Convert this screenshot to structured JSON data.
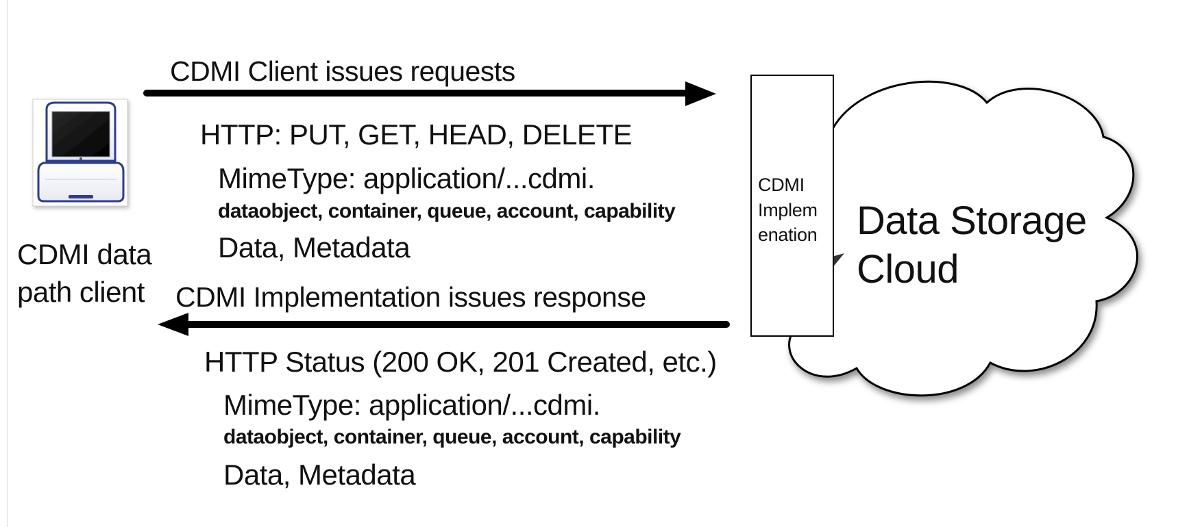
{
  "client": {
    "label_line1": "CDMI data",
    "label_line2": "path client",
    "icon": "laptop-icon"
  },
  "request": {
    "arrow_label": "CDMI Client issues requests",
    "http_methods": "HTTP: PUT, GET, HEAD, DELETE",
    "mimetype": "MimeType: application/...cdmi.",
    "object_types": "dataobject, container, queue, account, capability",
    "payload": "Data, Metadata"
  },
  "response": {
    "arrow_label": "CDMI Implementation issues response",
    "http_status": "HTTP Status (200 OK, 201 Created, etc.)",
    "mimetype": "MimeType: application/...cdmi.",
    "object_types": "dataobject, container, queue, account, capability",
    "payload": "Data, Metadata"
  },
  "implementation": {
    "line1": "CDMI",
    "line2": "Implem",
    "line3": "enation"
  },
  "cloud": {
    "line1": "Data Storage",
    "line2": "Cloud"
  },
  "colors": {
    "arrow": "#000000",
    "laptop_trim": "#2a3a9a",
    "screen": "#0a0a0a"
  }
}
